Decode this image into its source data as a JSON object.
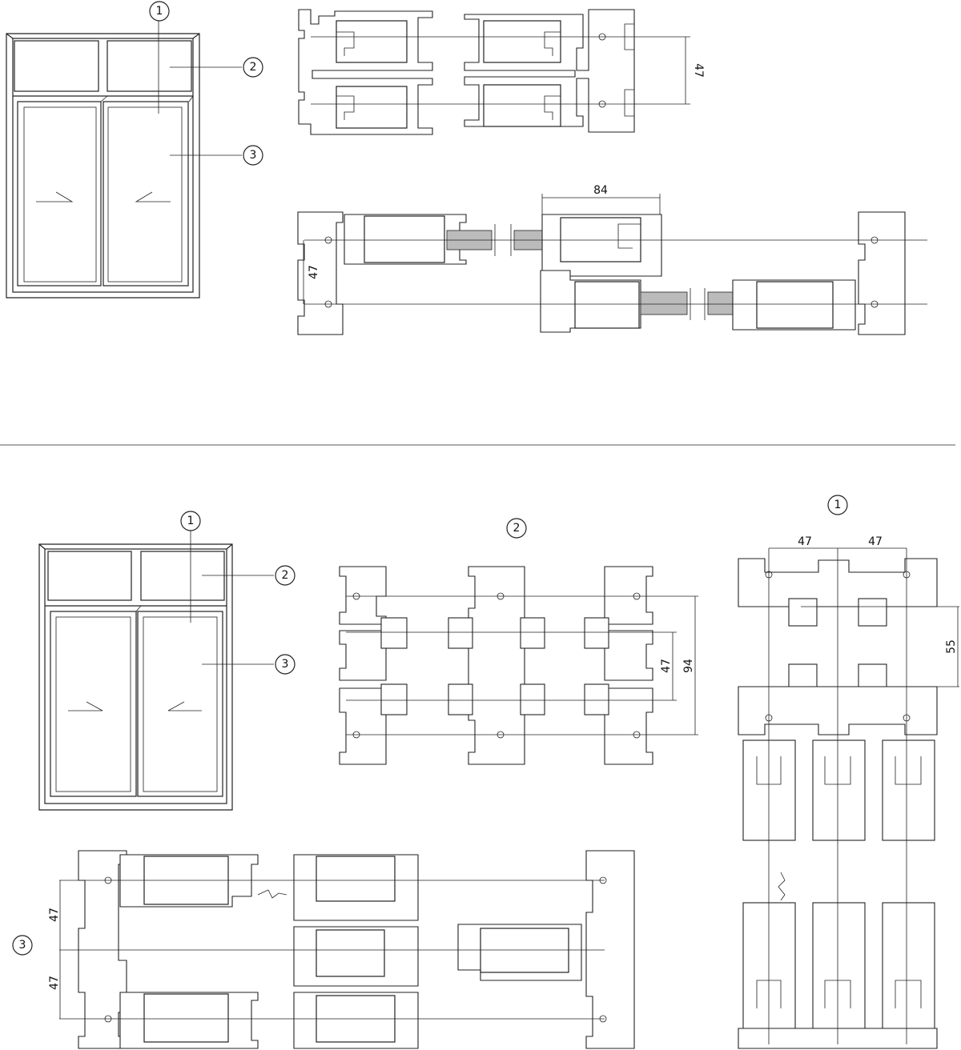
{
  "callouts": {
    "top_transom_mullion": "1",
    "top_transom": "2",
    "top_sash": "3",
    "bottom_transom_mullion": "1",
    "bottom_transom": "2",
    "bottom_sash": "3",
    "section_2": "2",
    "section_1": "1",
    "section_3": "3"
  },
  "dimensions": {
    "top_right_47": "47",
    "top_84": "84",
    "top_left_47": "47",
    "mid_47": "47",
    "mid_94": "94",
    "right_47_a": "47",
    "right_47_b": "47",
    "right_55": "55",
    "bottom_47_a": "47",
    "bottom_47_b": "47"
  }
}
